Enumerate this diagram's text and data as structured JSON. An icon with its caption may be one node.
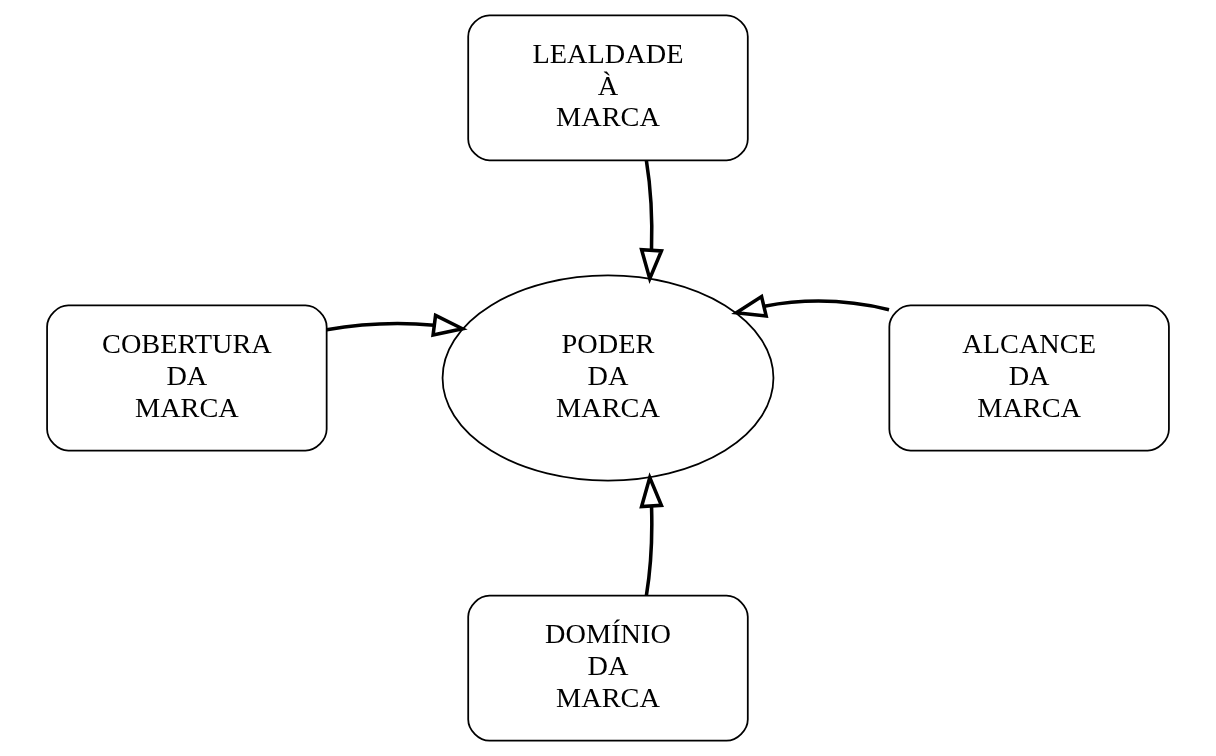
{
  "diagram": {
    "nodes": [
      {
        "text": [
          "LEALDADE À MARCA"
        ]
      },
      {
        "text": [
          "COBERTURA DA MARCA"
        ]
      },
      {
        "text": [
          "PODER DA MARCA"
        ]
      },
      {
        "text": [
          "ALCANCE DA MARCA"
        ]
      },
      {
        "text": [
          "DOMÍNIO DA MARCA"
        ]
      }
    ],
    "edges": [
      {
        "from": 0,
        "to": 2,
        "arrow": "to"
      },
      {
        "from": 1,
        "to": 2,
        "arrow": "to"
      },
      {
        "from": 3,
        "to": 2,
        "arrow": "to"
      },
      {
        "from": 4,
        "to": 2,
        "arrow": "to"
      }
    ]
  }
}
